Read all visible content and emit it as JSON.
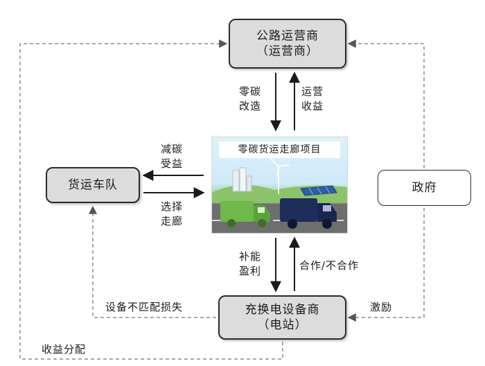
{
  "nodes": {
    "operator": {
      "line1": "公路运营商",
      "line2": "（运营商）"
    },
    "fleet": {
      "line1": "货运车队"
    },
    "government": {
      "line1": "政府"
    },
    "supplier": {
      "line1": "充换电设备商",
      "line2": "（电站）"
    },
    "project": {
      "title": "零碳货运走廊项目"
    }
  },
  "edges": {
    "to_operator_left": [
      "零碳",
      "改造"
    ],
    "to_operator_right": [
      "运营",
      "收益"
    ],
    "to_fleet_top": [
      "减碳",
      "受益"
    ],
    "to_project_bottom": [
      "选择",
      "走廊"
    ],
    "to_supplier_left": [
      "补能",
      "盈利"
    ],
    "to_project_cooperate": "合作/不合作",
    "equipment_loss": "设备不匹配损失",
    "incentive": "激励",
    "revenue_share": "收益分配"
  },
  "colors": {
    "box_fill": "#dcdcdc",
    "border": "#2b2b2b",
    "dashed_line": "#8a8a8a",
    "truck_green": "#6fb84a",
    "truck_navy": "#1f2d5c"
  },
  "icons": [
    "wind-turbine-icon",
    "solar-panel-icon",
    "green-truck-icon",
    "navy-truck-icon",
    "factory-icon"
  ]
}
